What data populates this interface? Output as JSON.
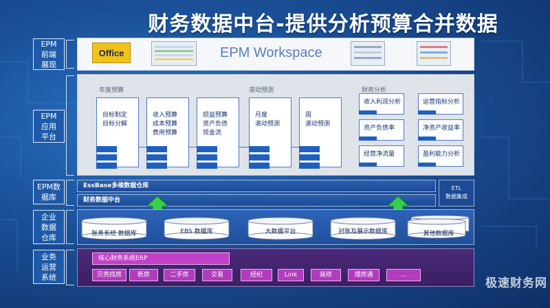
{
  "title": "财务数据中台-提供分析预算合并数据",
  "side_labels": {
    "epm_front": "EPM\n前端\n展现",
    "epm_app": "EPM\n应用\n平台",
    "epm_db": "EPM数\n据库",
    "warehouse": "企业\n数据\n仓库",
    "ops": "业务\n运营\n系统"
  },
  "workspace": {
    "title": "EPM Workspace",
    "office_logo_text": "Office"
  },
  "app_platform": {
    "groups": {
      "annual_budget": "年度预算",
      "rolling_forecast": "滚动预测",
      "financial_analysis": "财务分析"
    },
    "cards": [
      {
        "text": "目标制定\n目标分解"
      },
      {
        "text": "收入预算\n成本预算\n费用预算"
      },
      {
        "text": "损益预算\n资产负债\n现金流"
      },
      {
        "text": "月度\n滚动预测"
      },
      {
        "text": "周\n滚动预测"
      }
    ],
    "analysis_items": [
      "收入利润分析",
      "运营指标分析",
      "资产负债率",
      "净资产收益率",
      "经营净流量",
      "盈利能力分析"
    ]
  },
  "epm_database": {
    "essbase": "EssBase多维数据仓库",
    "finance_hub": "财务数据中台",
    "etl": "ETL\n数据集成"
  },
  "warehouse": {
    "items": [
      "账务系统 数据库",
      "EBS 数据库",
      "大数据平台",
      "对账及展示数据库",
      "其他数据库"
    ]
  },
  "operations": {
    "erp": "核心财务系统ERP",
    "chips": [
      "贝壳找房",
      "新房",
      "二手房",
      "交易",
      "经纪",
      "Link",
      "装修",
      "理房通",
      "…"
    ]
  },
  "watermark": "极速财务网",
  "colors": {
    "background": "#1a4f97",
    "card_border": "#4a78c9",
    "arrow": "#35d14a",
    "ops_chip": "#b23cbd"
  }
}
